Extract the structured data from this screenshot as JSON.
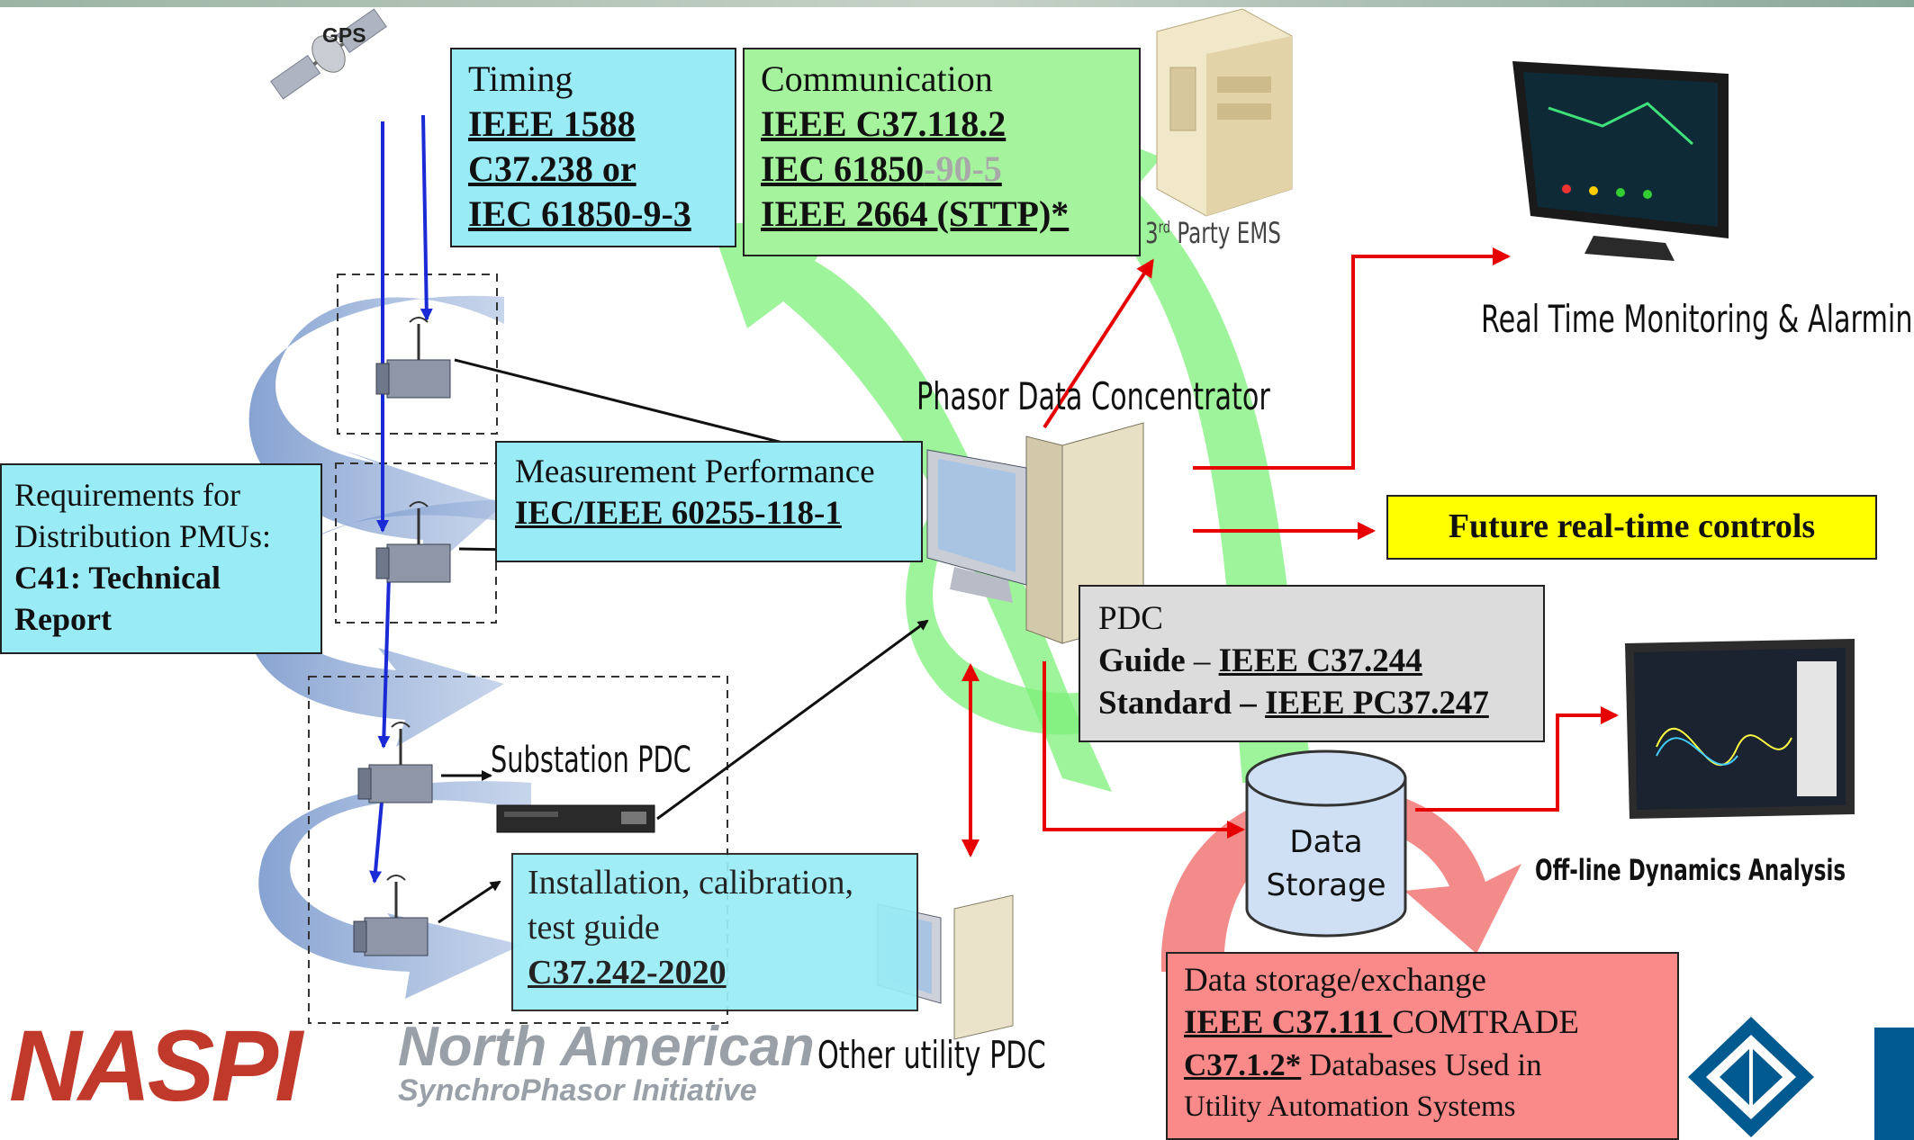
{
  "gps": {
    "label": "GPS"
  },
  "timing": {
    "heading": "Timing",
    "lines": [
      "IEEE 1588",
      "C37.238 or",
      "IEC 61850-9-3"
    ]
  },
  "communication": {
    "heading": "Communication",
    "line1": "IEEE C37.118.2",
    "line2_main": "IEC 61850",
    "line2_faded": "-90-5",
    "line3": "IEEE 2664 (STTP)*"
  },
  "third_party_ems": {
    "prefix": "3",
    "sup": "rd",
    "suffix": " Party EMS"
  },
  "real_time_monitoring": {
    "label": "Real Time Monitoring & Alarming"
  },
  "phasor_data_concentrator": {
    "label": "Phasor Data Concentrator"
  },
  "measurement": {
    "heading": "Measurement Performance",
    "standard": "IEC/IEEE 60255-118-1"
  },
  "requirements": {
    "line1": "Requirements for",
    "line2": "Distribution PMUs:",
    "line3": "C41: Technical",
    "line4": "Report"
  },
  "future_controls": {
    "label": "Future real-time controls"
  },
  "pdc": {
    "title": "PDC",
    "guide_label": "Guide",
    "guide_dash": " – ",
    "guide_std": "IEEE C37.244",
    "standard_label": "Standard – ",
    "standard_std": "IEEE PC37.247"
  },
  "substation_pdc": {
    "label": "Substation PDC"
  },
  "installation": {
    "line1": "Installation, calibration,",
    "line2": "test guide",
    "line3": "C37.242-2020"
  },
  "other_utility_pdc": {
    "label": "Other utility PDC"
  },
  "data_storage": {
    "line1": "Data",
    "line2": "Storage"
  },
  "offline_analysis": {
    "label": "Off-line Dynamics Analysis"
  },
  "data_exchange": {
    "heading": "Data storage/exchange",
    "std1": "IEEE C37.111 ",
    "std1_suffix": "COMTRADE",
    "std2": "C37.1.2*",
    "std2_suffix": " Databases Used in",
    "line4": "Utility Automation Systems"
  },
  "naspi": {
    "logo": "NASPI",
    "line1": "North American",
    "line2": "SynchroPhasor Initiative"
  },
  "colors": {
    "cyan": "#99ecf6",
    "green": "#a5f49d",
    "gray": "#dcdcdc",
    "yellow": "#ffff00",
    "red_box": "#fa8a8a",
    "flow_red": "#e60000",
    "flow_blue": "#1a2bd6",
    "naspi_red": "#c0392b"
  }
}
